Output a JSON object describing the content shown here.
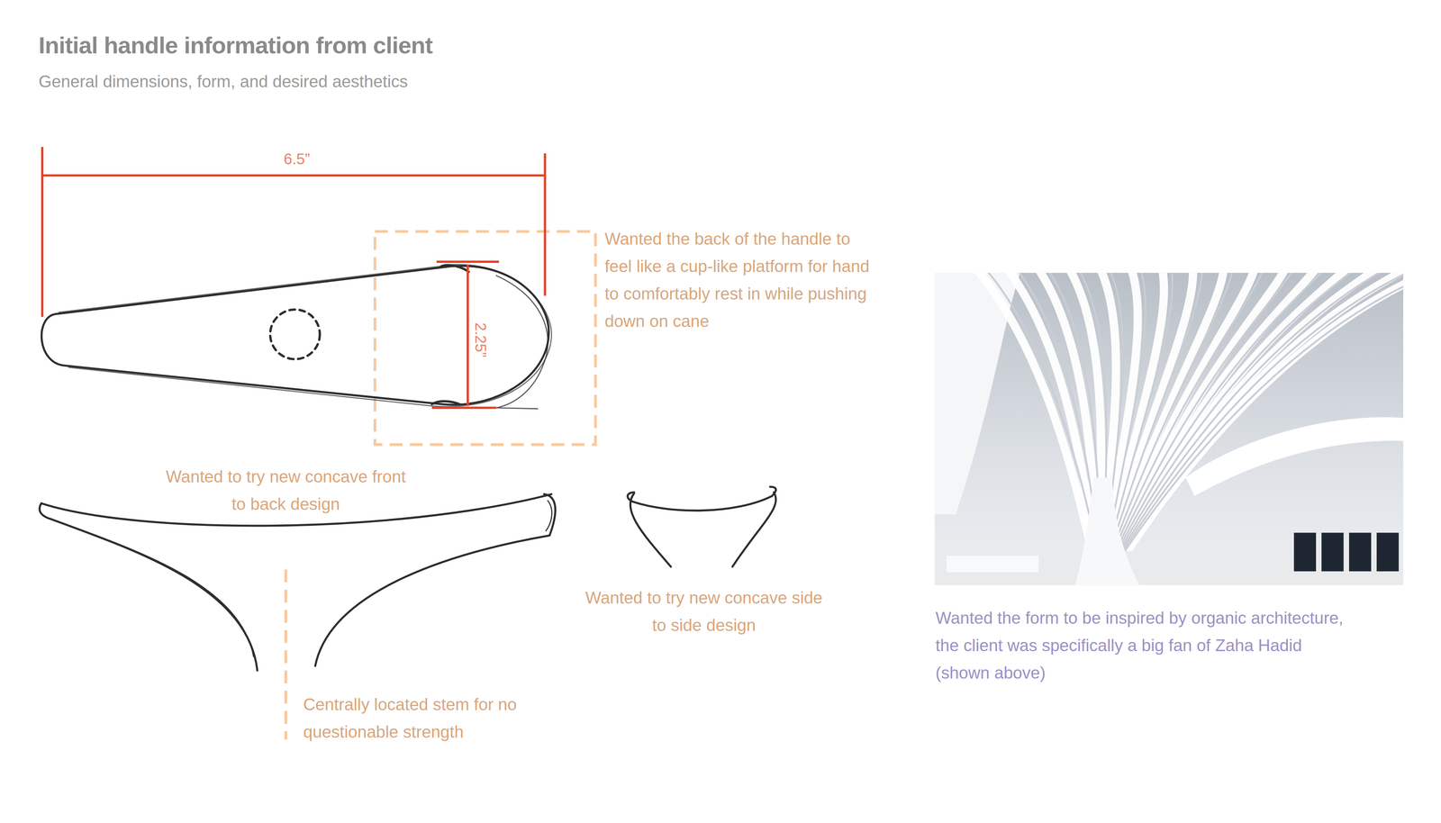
{
  "diagram": {
    "title": "Initial handle information from client",
    "labels": [
      "General dimensions, form, and desired aesthetics",
      "6.5”",
      "2.25”",
      "Wanted the back of the handle to feel like a cup-like platform for hand to comfortably rest in while pushing down on cane",
      "Wanted to try new concave front to back design",
      "Wanted to try new concave side to side design",
      "Centrally located stem for no questionable strength",
      "Wanted the form to be inspired by organic architecture, the client was specifically a big fan of Zaha Hadid (shown above)"
    ]
  }
}
